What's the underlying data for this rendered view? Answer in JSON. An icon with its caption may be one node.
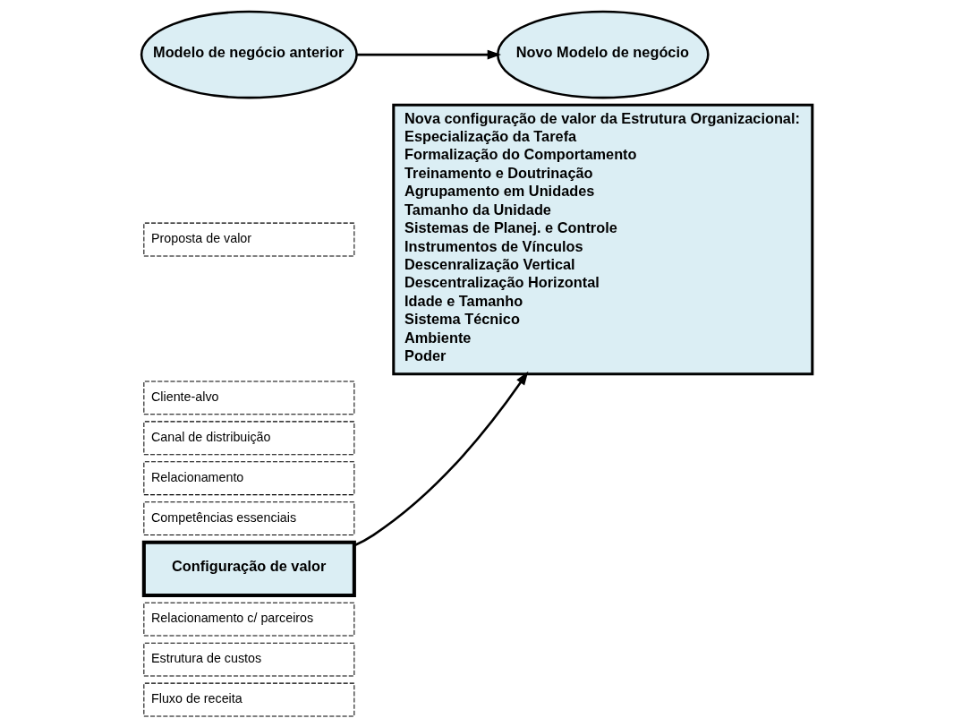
{
  "diagram": {
    "nodes": [
      {
        "text": [
          "Modelo de negócio anterior"
        ]
      },
      {
        "text": [
          "Novo Modelo de negócio"
        ]
      },
      {
        "text": [
          "Proposta de valor"
        ]
      },
      {
        "text": [
          "Cliente-alvo"
        ]
      },
      {
        "text": [
          "Canal de distribuição"
        ]
      },
      {
        "text": [
          "Relacionamento"
        ]
      },
      {
        "text": [
          "Competências essenciais"
        ]
      },
      {
        "text": [
          "Configuração de valor"
        ]
      },
      {
        "text": [
          "Relacionamento c/ parceiros"
        ]
      },
      {
        "text": [
          "Estrutura de custos"
        ]
      },
      {
        "text": [
          "Fluxo de receita"
        ]
      },
      {
        "text": [
          "Nova configuração de valor da Estrutura Organizacional:",
          "Especialização da Tarefa",
          "Formalização do Comportamento",
          "Treinamento e Doutrinação",
          "Agrupamento em Unidades",
          "Tamanho da Unidade",
          "Sistemas de Planej. e Controle",
          "Instrumentos de Vínculos",
          "Descenralização Vertical",
          "Descentralização Horizontal",
          "Idade e Tamanho",
          "Sistema Técnico",
          "Ambiente",
          "Poder"
        ]
      }
    ],
    "edges": [
      {
        "from": 0,
        "to": 1,
        "arrow": "to"
      },
      {
        "from": 7,
        "to": 11,
        "arrow": "to"
      }
    ]
  }
}
